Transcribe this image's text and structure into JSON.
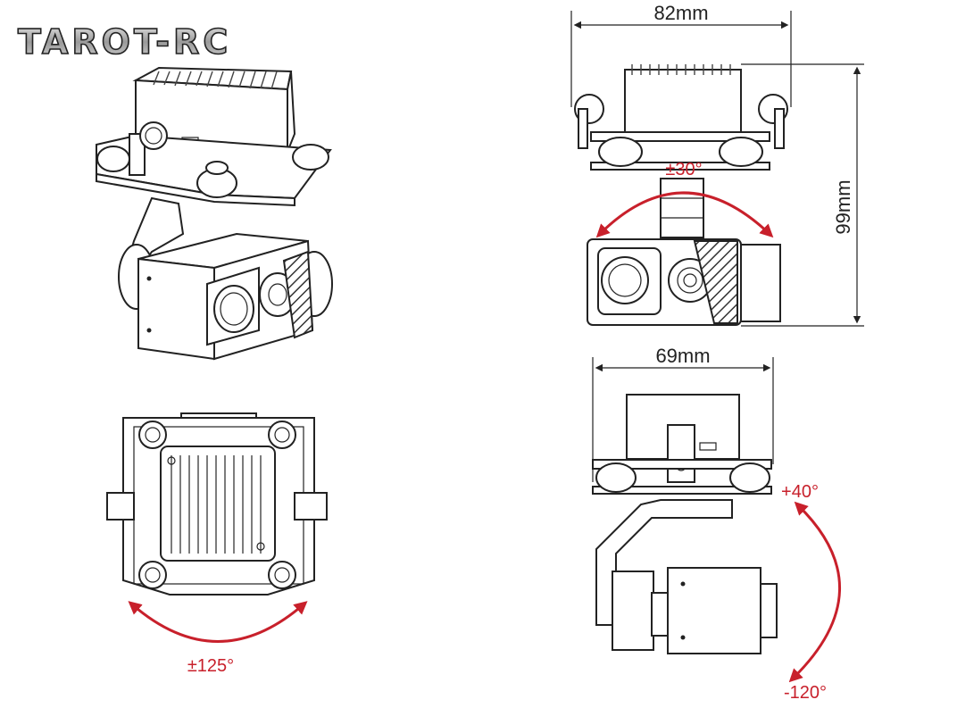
{
  "brand": {
    "logo_text": "TAROT-RC"
  },
  "dimensions": {
    "top_width": "82mm",
    "height": "99mm",
    "side_width": "69mm"
  },
  "angles": {
    "roll": "±30°",
    "pan": "±125°",
    "tilt_up": "+40°",
    "tilt_down": "-120°"
  },
  "colors": {
    "accent": "#c8202b",
    "line": "#222222"
  }
}
